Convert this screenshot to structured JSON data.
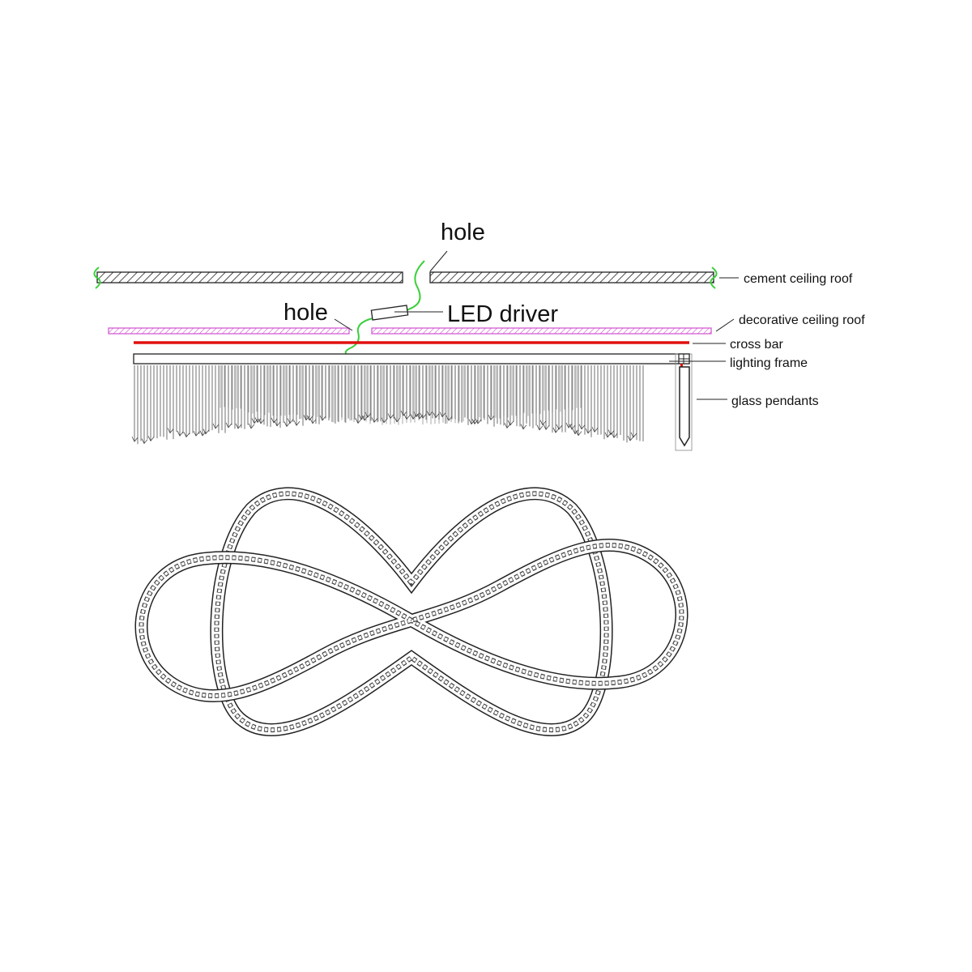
{
  "labels": {
    "hole_top": "hole",
    "hole_left": "hole",
    "led_driver": "LED driver",
    "cement_ceiling_roof": "cement ceiling roof",
    "decorative_ceiling_roof": "decorative ceiling roof",
    "cross_bar": "cross bar",
    "lighting_frame": "lighting frame",
    "glass_pendants": "glass pendants"
  },
  "colors": {
    "line": "#222222",
    "wire": "#3ccf3c",
    "decorative_roof": "#d050d0",
    "cross_bar": "#e01010"
  }
}
